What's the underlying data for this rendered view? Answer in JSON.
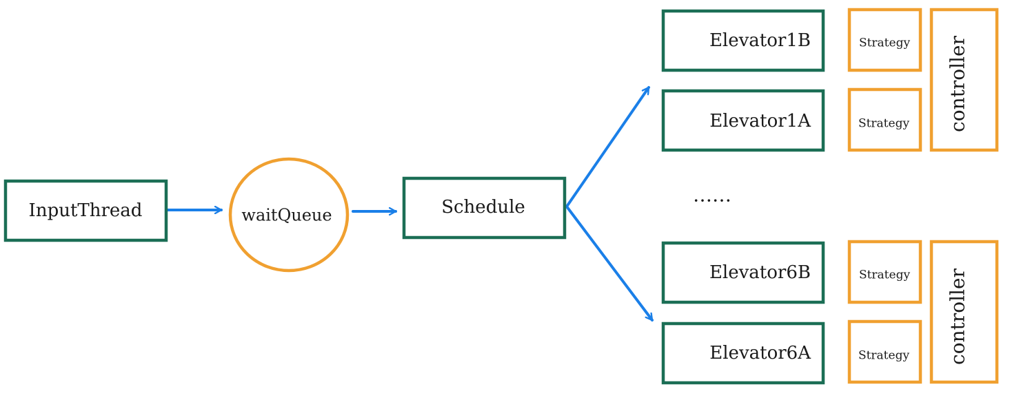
{
  "nodes": {
    "input_thread": "InputThread",
    "wait_queue": "waitQueue",
    "schedule": "Schedule",
    "elevator_1b": "Elevator1B",
    "elevator_1a": "Elevator1A",
    "elevator_6b": "Elevator6B",
    "elevator_6a": "Elevator6A",
    "strategy_1b": "Strategy",
    "strategy_1a": "Strategy",
    "strategy_6b": "Strategy",
    "strategy_6a": "Strategy",
    "controller_top": "controller",
    "controller_bottom": "controller",
    "ellipsis": "……"
  },
  "colors": {
    "green_border": "#1b6e55",
    "orange_border": "#f0a030",
    "arrow_blue": "#1a7fe8",
    "text": "#1a1a1a"
  }
}
